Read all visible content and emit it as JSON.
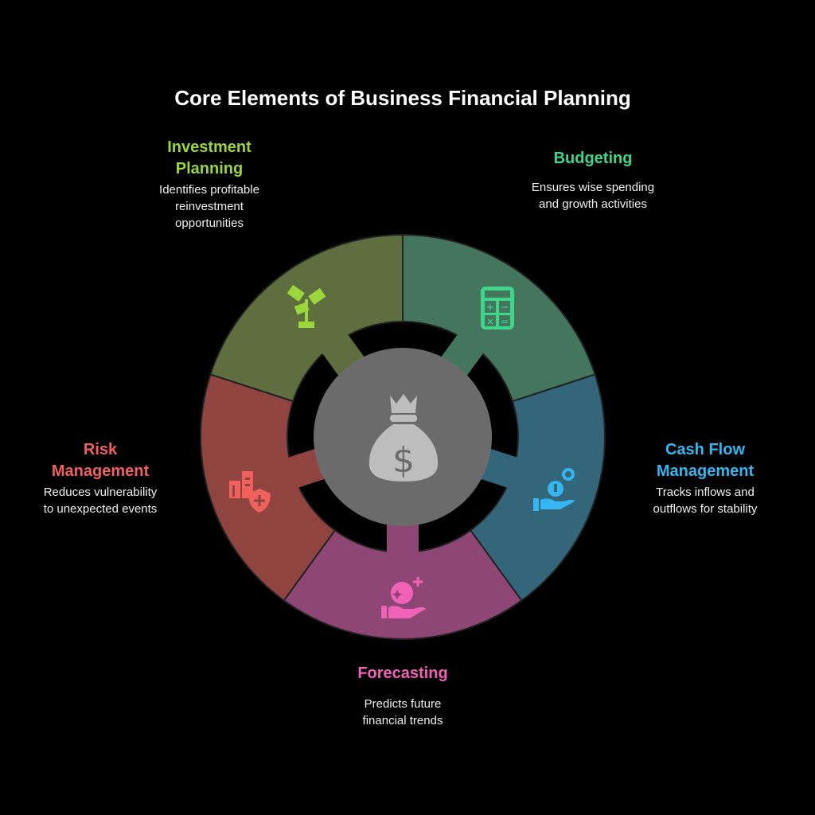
{
  "title": "Core Elements of Business Financial Planning",
  "center_icon": "money-bag-icon",
  "segments": [
    {
      "id": "investment",
      "heading": [
        "Investment",
        "Planning"
      ],
      "description": [
        "Identifies profitable",
        "reinvestment",
        "opportunities"
      ],
      "icon": "money-plant-icon",
      "fill": "#5f6e3e",
      "accent": "#9bd63c"
    },
    {
      "id": "budgeting",
      "heading": [
        "Budgeting"
      ],
      "description": [
        "Ensures wise spending",
        "and growth activities"
      ],
      "icon": "calculator-icon",
      "fill": "#44765e",
      "accent": "#3fd68c"
    },
    {
      "id": "cashflow",
      "heading": [
        "Cash Flow",
        "Management"
      ],
      "description": [
        "Tracks inflows and",
        "outflows for stability"
      ],
      "icon": "hand-coins-icon",
      "fill": "#33667a",
      "accent": "#35b6f0"
    },
    {
      "id": "forecasting",
      "heading": [
        "Forecasting"
      ],
      "description": [
        "Predicts future",
        "financial trends"
      ],
      "icon": "hand-crystal-ball-icon",
      "fill": "#8e4674",
      "accent": "#f062b8"
    },
    {
      "id": "risk",
      "heading": [
        "Risk",
        "Management"
      ],
      "description": [
        "Reduces vulnerability",
        "to unexpected events"
      ],
      "icon": "building-shield-icon",
      "fill": "#8f4440",
      "accent": "#f0605c"
    }
  ]
}
